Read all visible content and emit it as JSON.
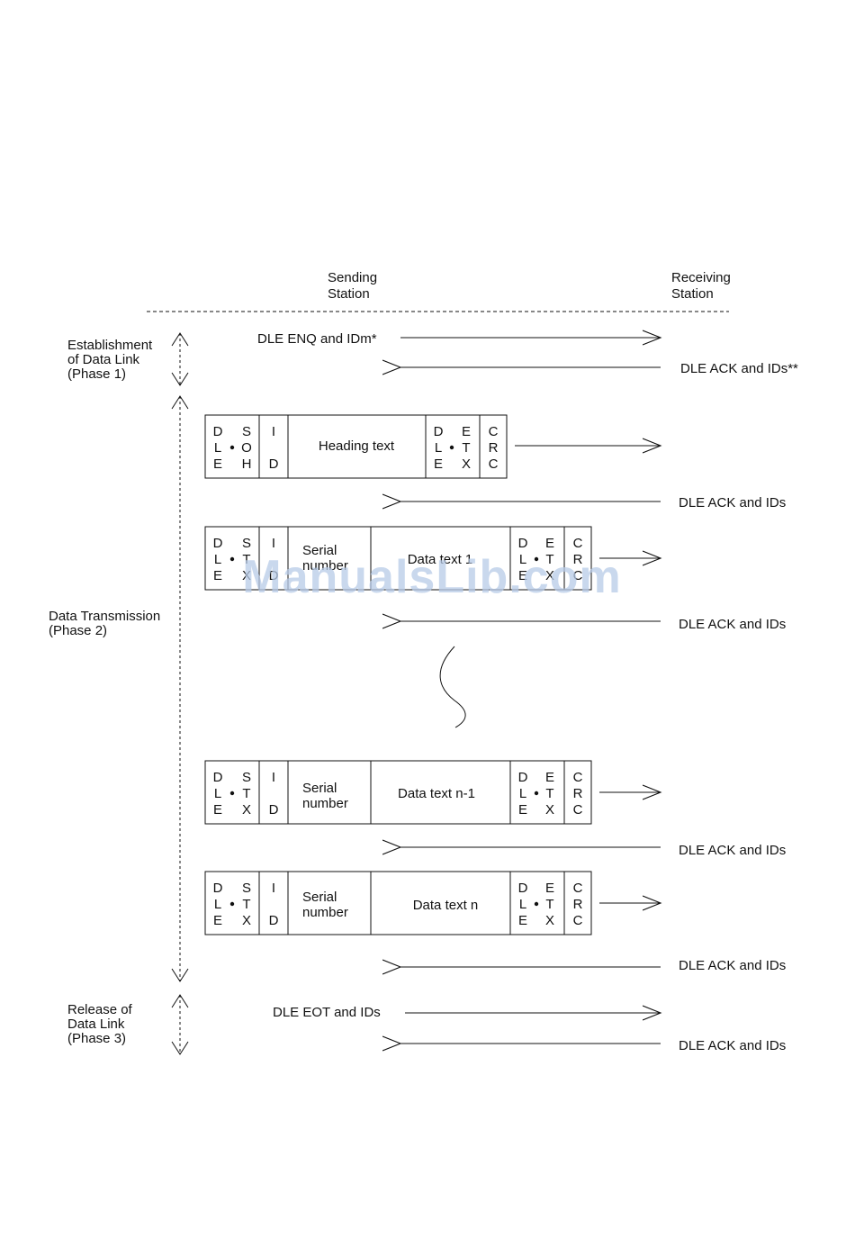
{
  "header": {
    "sending": [
      "Sending",
      "Station"
    ],
    "receiving": [
      "Receiving",
      "Station"
    ]
  },
  "phases": [
    {
      "lines": [
        "Establishment",
        "of Data Link",
        "(Phase 1)"
      ]
    },
    {
      "lines": [
        "Data Transmission",
        "(Phase 2)"
      ]
    },
    {
      "lines": [
        "Release of",
        "Data Link",
        "(Phase 3)"
      ]
    }
  ],
  "messages": {
    "enq": "DLE ENQ and IDm*",
    "ack_first": "DLE ACK and IDs**",
    "ack": "DLE ACK and IDs",
    "eot": "DLE EOT and IDs"
  },
  "frames": {
    "heading": {
      "dle": [
        "D",
        "L",
        "E"
      ],
      "soh": [
        "S",
        "O",
        "H"
      ],
      "id": [
        "I",
        "D"
      ],
      "text": "Heading text",
      "dle_end": [
        "D",
        "L",
        "E"
      ],
      "etx": [
        "E",
        "T",
        "X"
      ],
      "crc": [
        "C",
        "R",
        "C"
      ]
    },
    "data": {
      "dle": [
        "D",
        "L",
        "E"
      ],
      "stx": [
        "S",
        "T",
        "X"
      ],
      "id": [
        "I",
        "D"
      ],
      "serial": [
        "Serial",
        "number"
      ],
      "dle_end": [
        "D",
        "L",
        "E"
      ],
      "etx": [
        "E",
        "T",
        "X"
      ],
      "crc": [
        "C",
        "R",
        "C"
      ],
      "texts": [
        "Data text 1",
        "Data text n-1",
        "Data text n"
      ]
    }
  },
  "watermark": "ManualsLib.com"
}
